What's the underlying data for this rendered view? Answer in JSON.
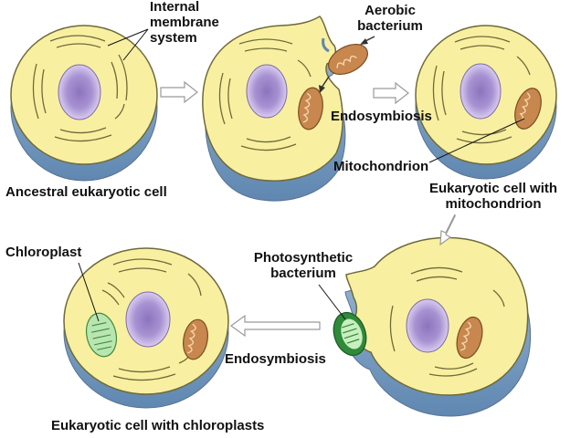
{
  "labels": {
    "internal_membrane_system": [
      "Internal",
      "membrane",
      "system"
    ],
    "aerobic_bacterium": [
      "Aerobic",
      "bacterium"
    ],
    "endosymbiosis_top": "Endosymbiosis",
    "mitochondrion": "Mitochondrion",
    "ancestral_cell": "Ancestral eukaryotic cell",
    "eukaryotic_with_mito": [
      "Eukaryotic cell with",
      "mitochondrion"
    ],
    "chloroplast": "Chloroplast",
    "photosynthetic_bacterium": [
      "Photosynthetic",
      "bacterium"
    ],
    "endosymbiosis_bottom": "Endosymbiosis",
    "eukaryotic_with_chloro": "Eukaryotic cell with chloroplasts"
  },
  "colors": {
    "cytoplasm": "#f8f0a0",
    "cell_outline": "#6f6a3a",
    "membrane_base": "#7aa1c6",
    "nucleus_outer": "#c4b3e3",
    "nucleus_inner": "#8c74bd",
    "mito_fill": "#c8874e",
    "chloro_fill": "#b9e6b0",
    "photo_bact_fill": "#2f8a3a",
    "arrow": "#9a9a9a"
  }
}
